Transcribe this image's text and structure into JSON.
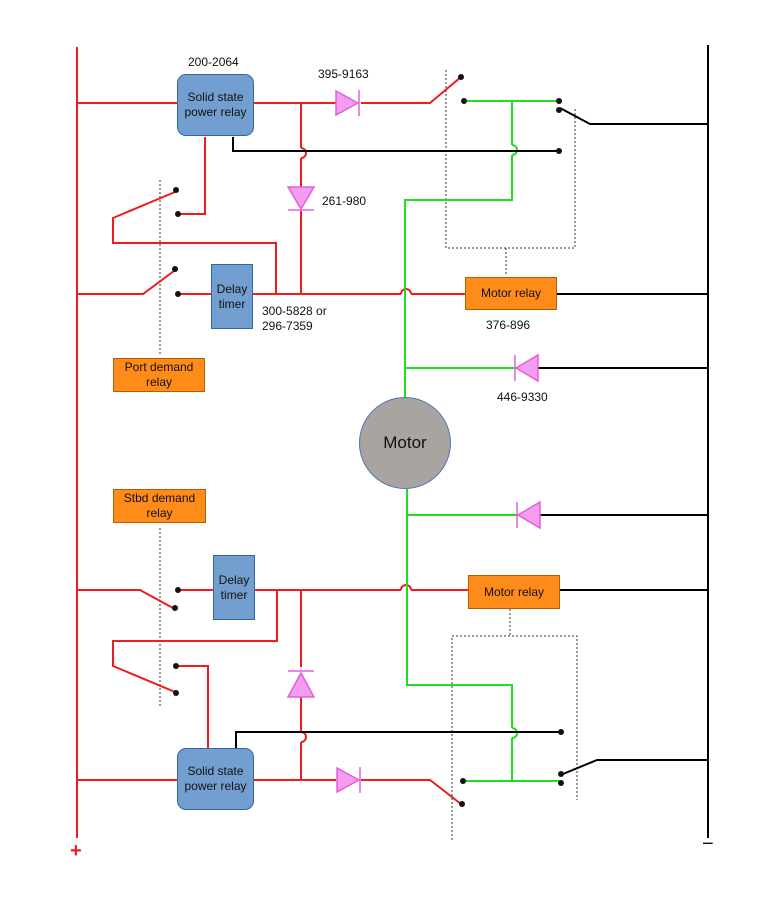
{
  "components": {
    "port_ssr": "Solid state\npower relay",
    "stbd_ssr": "Solid state\npower relay",
    "port_delay": "Delay\ntimer",
    "stbd_delay": "Delay\ntimer",
    "port_demand": "Port demand\nrelay",
    "stbd_demand": "Stbd demand\nrelay",
    "port_motor_relay": "Motor relay",
    "stbd_motor_relay": "Motor relay",
    "motor": "Motor"
  },
  "part_numbers": {
    "ssr": "200-2064",
    "diode_top": "395-9163",
    "diode_vertical": "261-980",
    "delay_timer": "300-5828 or\n296-7359",
    "motor_relay": "376-896",
    "diode_motor": "446-9330"
  },
  "terminals": {
    "positive": "+",
    "negative": "−"
  },
  "colors": {
    "positive_wire": "#ee1c1c",
    "motor_wire": "#22dd22",
    "negative_wire": "#000000",
    "diode": "#f59cf0",
    "relay_box": "#ff8c1a",
    "timer_box": "#729fcf",
    "motor": "#a9a4a0"
  }
}
